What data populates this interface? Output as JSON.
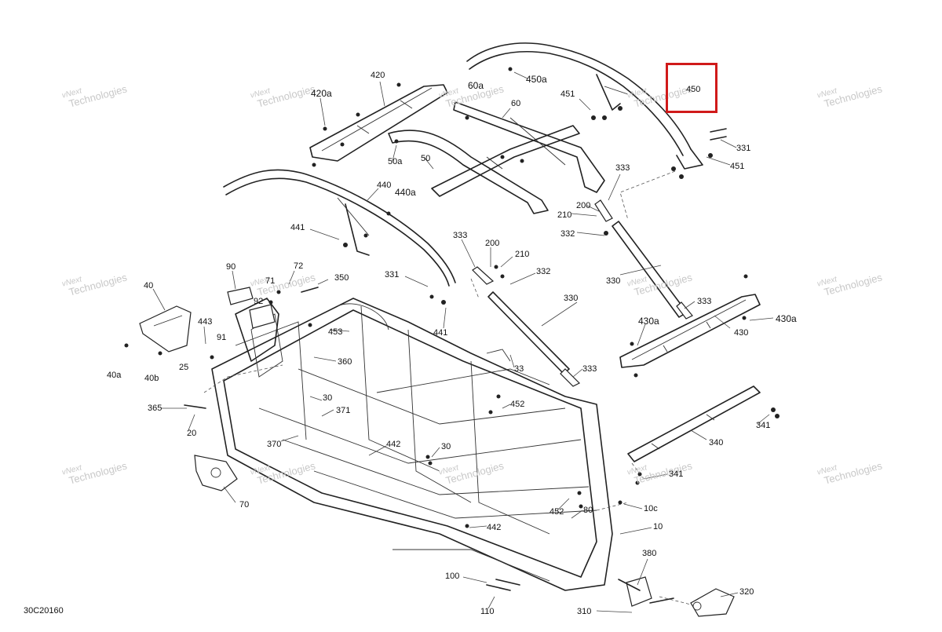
{
  "diagram": {
    "code": "30C20160",
    "highlight_color": "#d01a1a",
    "watermark": {
      "line1": "vNext",
      "line2": "Technologies"
    },
    "callouts": [
      {
        "id": "c420",
        "text": "420"
      },
      {
        "id": "c420a",
        "text": "420a"
      },
      {
        "id": "c60a",
        "text": "60a"
      },
      {
        "id": "c60",
        "text": "60"
      },
      {
        "id": "c450a",
        "text": "450a"
      },
      {
        "id": "c450",
        "text": "450"
      },
      {
        "id": "c451a",
        "text": "451"
      },
      {
        "id": "c451b",
        "text": "451"
      },
      {
        "id": "c331a",
        "text": "331"
      },
      {
        "id": "c50a",
        "text": "50a"
      },
      {
        "id": "c50",
        "text": "50"
      },
      {
        "id": "c333a",
        "text": "333"
      },
      {
        "id": "c200a",
        "text": "200"
      },
      {
        "id": "c210a",
        "text": "210"
      },
      {
        "id": "c332a",
        "text": "332"
      },
      {
        "id": "c440",
        "text": "440"
      },
      {
        "id": "c440a",
        "text": "440a"
      },
      {
        "id": "c441a",
        "text": "441"
      },
      {
        "id": "c333b",
        "text": "333"
      },
      {
        "id": "c200b",
        "text": "200"
      },
      {
        "id": "c210b",
        "text": "210"
      },
      {
        "id": "c331b",
        "text": "331"
      },
      {
        "id": "c332b",
        "text": "332"
      },
      {
        "id": "c330a",
        "text": "330"
      },
      {
        "id": "c90",
        "text": "90"
      },
      {
        "id": "c72",
        "text": "72"
      },
      {
        "id": "c71",
        "text": "71"
      },
      {
        "id": "c350",
        "text": "350"
      },
      {
        "id": "c92",
        "text": "92"
      },
      {
        "id": "c40",
        "text": "40"
      },
      {
        "id": "c443",
        "text": "443"
      },
      {
        "id": "c91",
        "text": "91"
      },
      {
        "id": "c453",
        "text": "453"
      },
      {
        "id": "c25",
        "text": "25"
      },
      {
        "id": "c40a",
        "text": "40a"
      },
      {
        "id": "c40b",
        "text": "40b"
      },
      {
        "id": "c360",
        "text": "360"
      },
      {
        "id": "c441b",
        "text": "441"
      },
      {
        "id": "c330b",
        "text": "330"
      },
      {
        "id": "c333c",
        "text": "333"
      },
      {
        "id": "c430a1",
        "text": "430a"
      },
      {
        "id": "c430a2",
        "text": "430a"
      },
      {
        "id": "c430",
        "text": "430"
      },
      {
        "id": "c333d",
        "text": "333"
      },
      {
        "id": "c33",
        "text": "33"
      },
      {
        "id": "c365",
        "text": "365"
      },
      {
        "id": "c30a",
        "text": "30"
      },
      {
        "id": "c371",
        "text": "371"
      },
      {
        "id": "c452a",
        "text": "452"
      },
      {
        "id": "c20",
        "text": "20"
      },
      {
        "id": "c370",
        "text": "370"
      },
      {
        "id": "c442a",
        "text": "442"
      },
      {
        "id": "c30b",
        "text": "30"
      },
      {
        "id": "c341a",
        "text": "341"
      },
      {
        "id": "c340",
        "text": "340"
      },
      {
        "id": "c341b",
        "text": "341"
      },
      {
        "id": "c70",
        "text": "70"
      },
      {
        "id": "c452b",
        "text": "452"
      },
      {
        "id": "c80",
        "text": "80"
      },
      {
        "id": "c10c",
        "text": "10c"
      },
      {
        "id": "c442b",
        "text": "442"
      },
      {
        "id": "c10",
        "text": "10"
      },
      {
        "id": "c380",
        "text": "380"
      },
      {
        "id": "c100",
        "text": "100"
      },
      {
        "id": "c320",
        "text": "320"
      },
      {
        "id": "c110",
        "text": "110"
      },
      {
        "id": "c310",
        "text": "310"
      }
    ]
  }
}
